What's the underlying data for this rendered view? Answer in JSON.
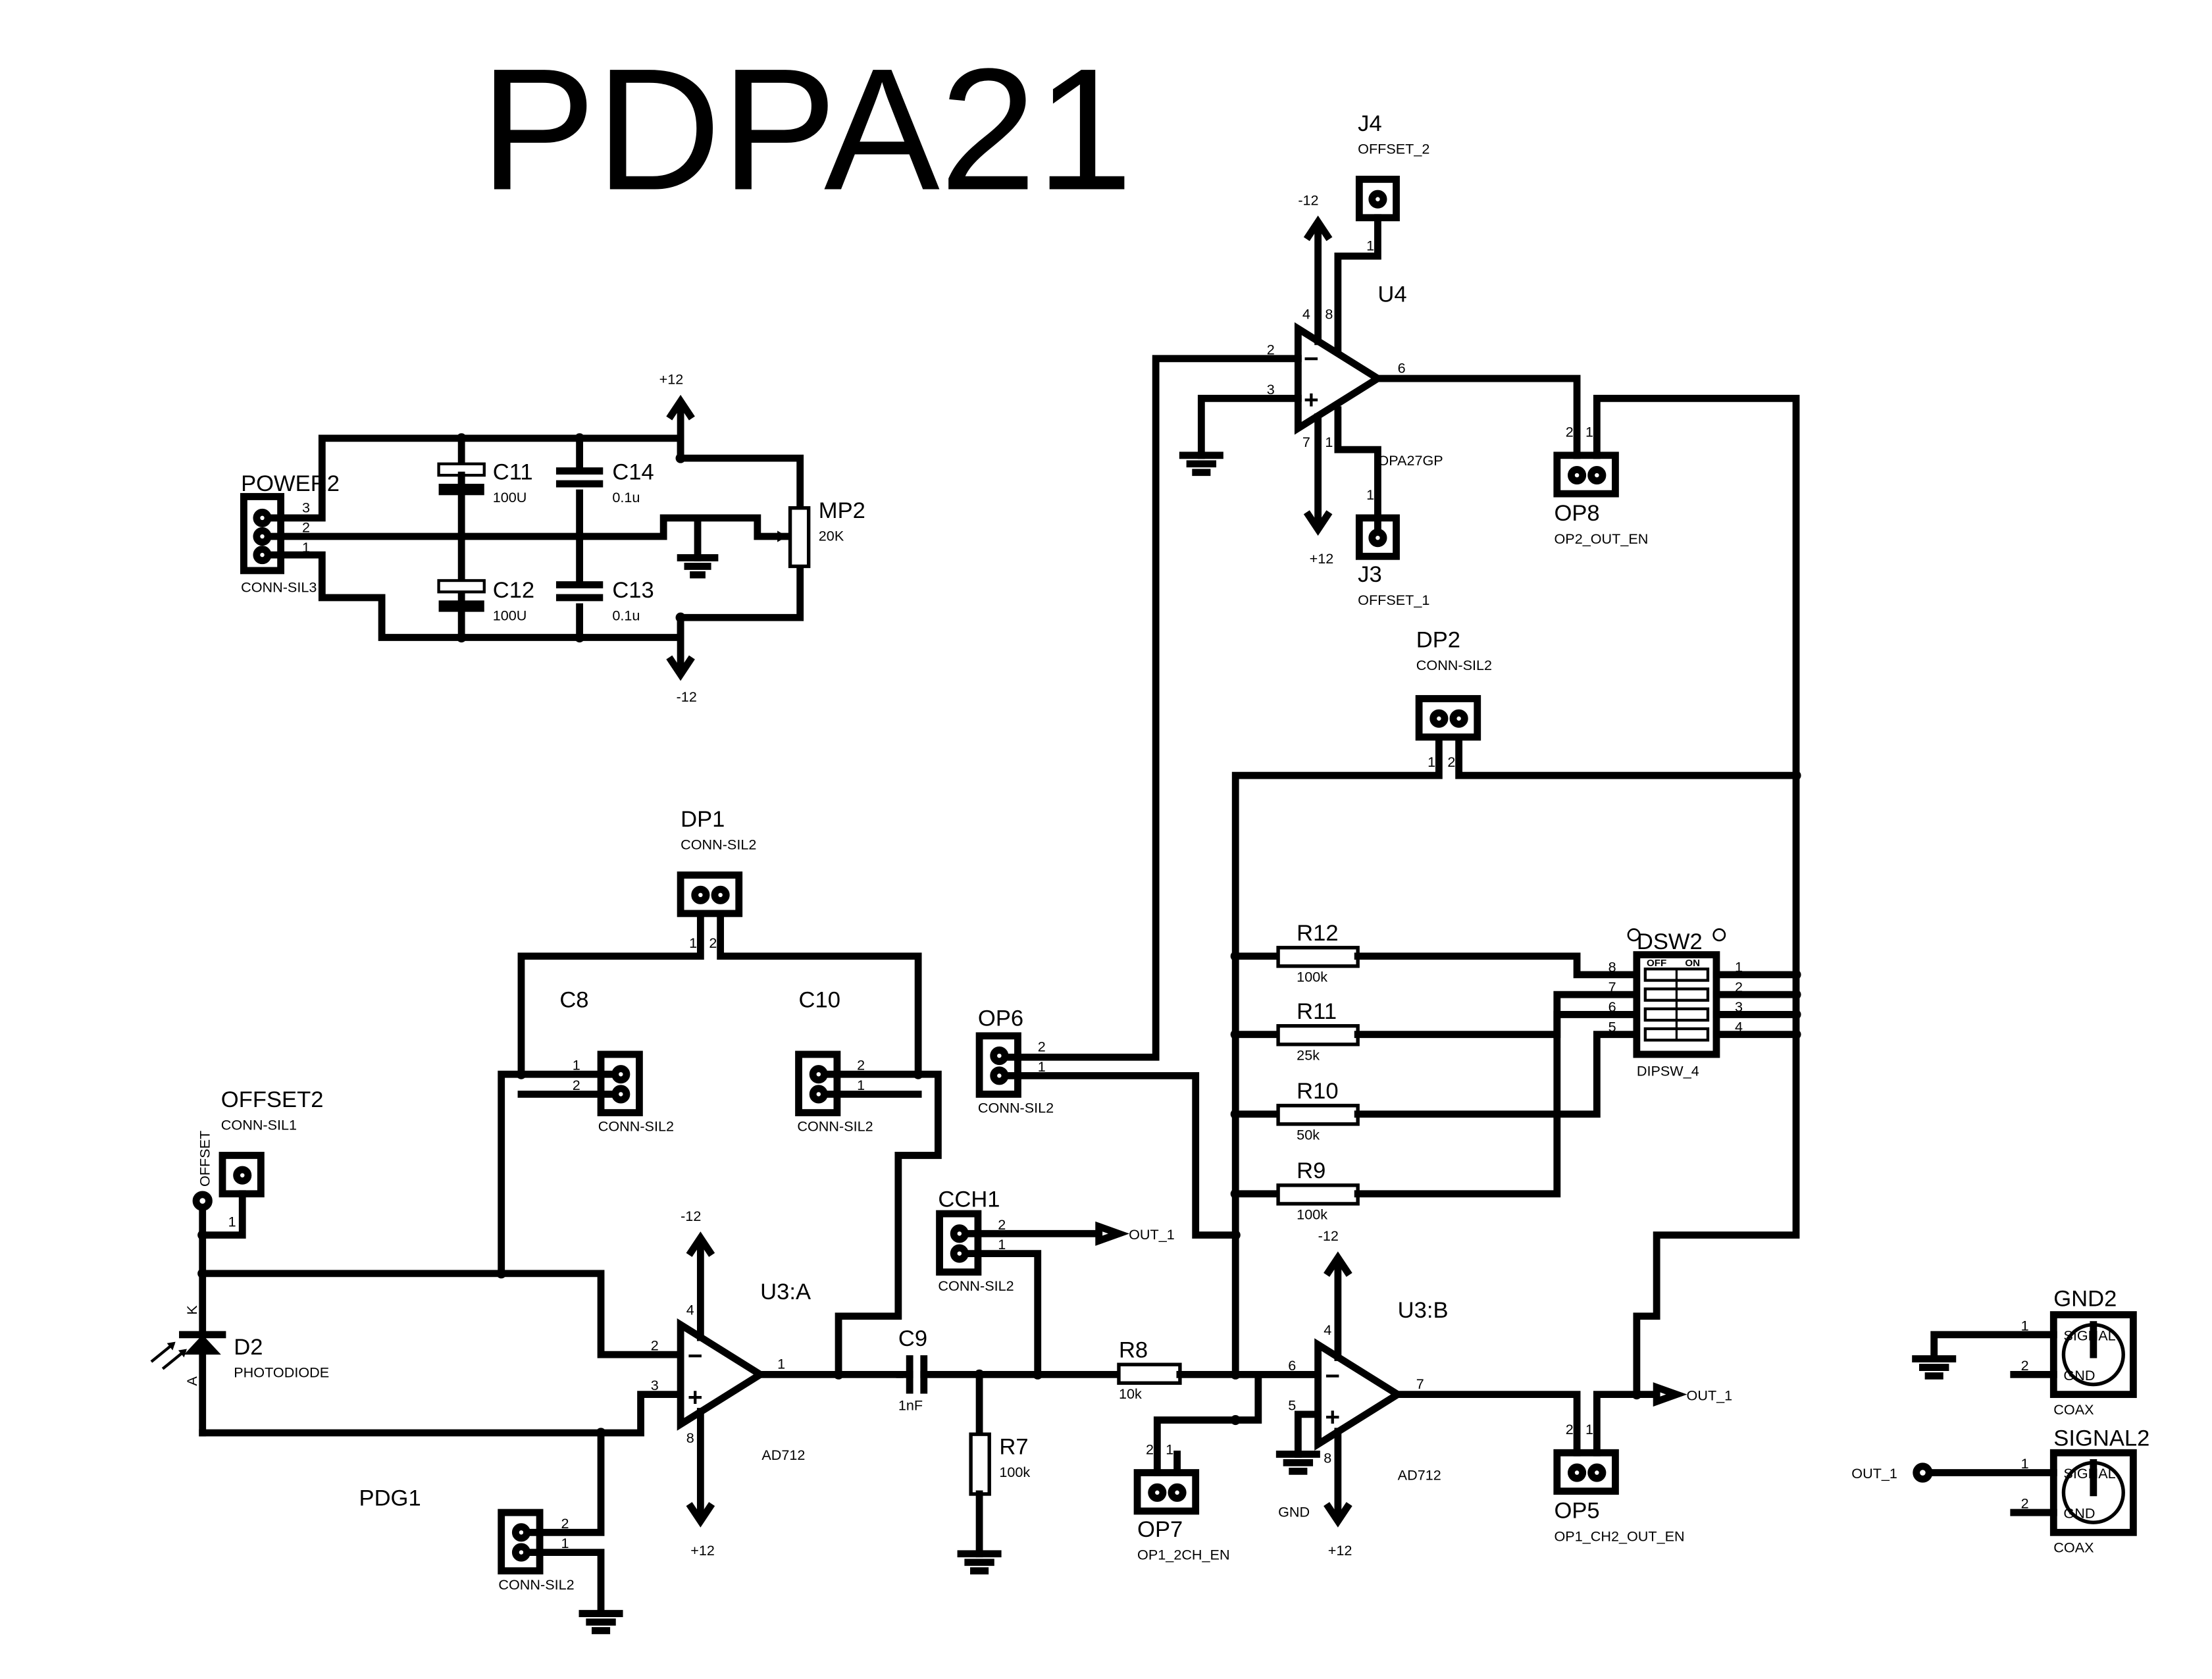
{
  "title": "PDPA21",
  "power": {
    "pos": "+12",
    "neg": "-12",
    "conn_ref": "POWER2",
    "conn_val": "CONN-SIL3",
    "pins": [
      "3",
      "2",
      "1"
    ],
    "c11_ref": "C11",
    "c11_val": "100U",
    "c12_ref": "C12",
    "c12_val": "100U",
    "c14_ref": "C14",
    "c14_val": "0.1u",
    "c13_ref": "C13",
    "c13_val": "0.1u",
    "mp2_ref": "MP2",
    "mp2_val": "20K"
  },
  "u4": {
    "ref": "U4",
    "val": "OPA27GP",
    "neg": "-12",
    "pos": "+12",
    "pins": {
      "p2": "2",
      "p3": "3",
      "p4": "4",
      "p6": "6",
      "p7": "7",
      "p8": "8",
      "p1": "1"
    },
    "j4_ref": "J4",
    "j4_val": "OFFSET_2",
    "j4_pin": "1",
    "j3_ref": "J3",
    "j3_val": "OFFSET_1",
    "j3_pin": "1"
  },
  "op8": {
    "ref": "OP8",
    "val": "OP2_OUT_EN",
    "p2": "2",
    "p1": "1"
  },
  "dp2": {
    "ref": "DP2",
    "val": "CONN-SIL2",
    "p1": "1",
    "p2": "2"
  },
  "dp1": {
    "ref": "DP1",
    "val": "CONN-SIL2",
    "p1": "1",
    "p2": "2"
  },
  "dsw2": {
    "ref": "DSW2",
    "val": "DIPSW_4",
    "off": "OFF",
    "on": "ON",
    "left_pins": [
      "8",
      "7",
      "6",
      "5"
    ],
    "right_pins": [
      "1",
      "2",
      "3",
      "4"
    ]
  },
  "resistors": {
    "r12_ref": "R12",
    "r12_val": "100k",
    "r11_ref": "R11",
    "r11_val": "25k",
    "r10_ref": "R10",
    "r10_val": "50k",
    "r9_ref": "R9",
    "r9_val": "100k",
    "r8_ref": "R8",
    "r8_val": "10k",
    "r7_ref": "R7",
    "r7_val": "100k"
  },
  "c8": {
    "ref": "C8",
    "val": "CONN-SIL2",
    "p1": "1",
    "p2": "2"
  },
  "c10": {
    "ref": "C10",
    "val": "CONN-SIL2",
    "p2": "2",
    "p1": "1"
  },
  "op6": {
    "ref": "OP6",
    "val": "CONN-SIL2",
    "p2": "2",
    "p1": "1"
  },
  "offset2": {
    "ref": "OFFSET2",
    "val": "CONN-SIL1",
    "net": "OFFSET",
    "pin": "1"
  },
  "d2": {
    "ref": "D2",
    "val": "PHOTODIODE",
    "k": "K",
    "a": "A"
  },
  "u3a": {
    "ref": "U3:A",
    "val": "AD712",
    "neg": "-12",
    "pos": "+12",
    "pins": {
      "p2": "2",
      "p3": "3",
      "p4": "4",
      "p8": "8",
      "p1": "1"
    }
  },
  "cch1": {
    "ref": "CCH1",
    "val": "CONN-SIL2",
    "p2": "2",
    "p1": "1",
    "net": "OUT_1"
  },
  "c9": {
    "ref": "C9",
    "val": "1nF"
  },
  "pdg1": {
    "ref": "PDG1",
    "val": "CONN-SIL2",
    "p2": "2",
    "p1": "1"
  },
  "u3b": {
    "ref": "U3:B",
    "val": "AD712",
    "neg": "-12",
    "pos": "+12",
    "gnd": "GND",
    "pins": {
      "p6": "6",
      "p5": "5",
      "p4": "4",
      "p8": "8",
      "p7": "7"
    }
  },
  "op7": {
    "ref": "OP7",
    "val": "OP1_2CH_EN",
    "p2": "2",
    "p1": "1"
  },
  "op5": {
    "ref": "OP5",
    "val": "OP1_CH2_OUT_EN",
    "p2": "2",
    "p1": "1",
    "net": "OUT_1"
  },
  "gnd2": {
    "ref": "GND2",
    "val": "COAX",
    "p1": "1",
    "p2": "2",
    "signal": "SIGNAL",
    "gnd": "GND"
  },
  "signal2": {
    "ref": "SIGNAL2",
    "val": "COAX",
    "p1": "1",
    "p2": "2",
    "signal": "SIGNAL",
    "gnd": "GND",
    "net": "OUT_1"
  }
}
